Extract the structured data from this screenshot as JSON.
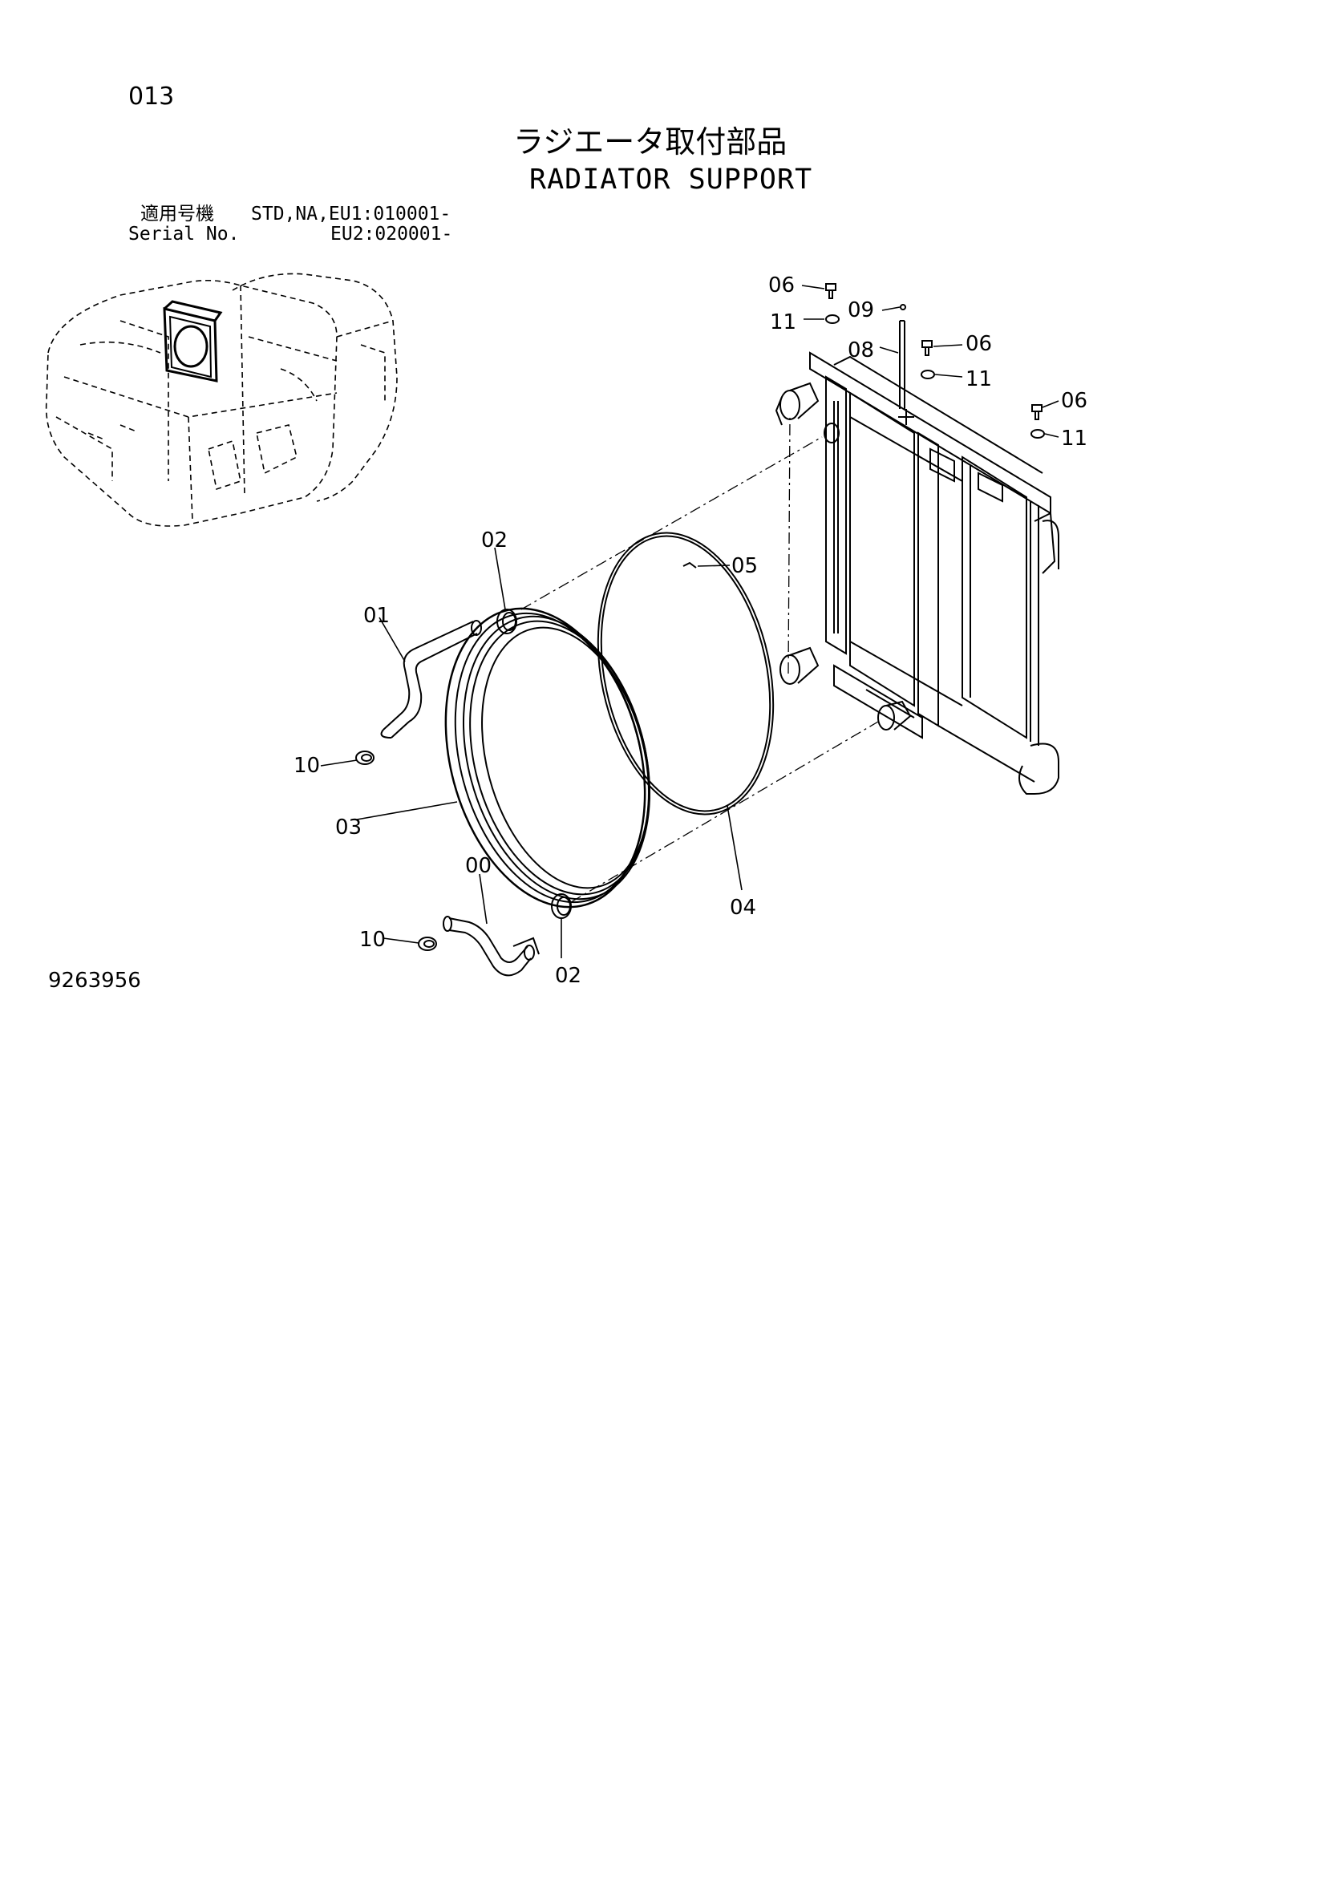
{
  "page_number": "013",
  "title_jp": "ラジエータ取付部品",
  "title_en": "RADIATOR SUPPORT",
  "applicability": {
    "label_jp": "適用号機",
    "label_en": "Serial No.",
    "line1": "STD,NA,EU1:010001-",
    "line2": "EU2:020001-"
  },
  "drawing_number": "9263956",
  "callouts": {
    "c00": "00",
    "c01": "01",
    "c02a": "02",
    "c02b": "02",
    "c03": "03",
    "c04": "04",
    "c05": "05",
    "c06a": "06",
    "c06b": "06",
    "c06c": "06",
    "c08": "08",
    "c09": "09",
    "c10a": "10",
    "c10b": "10",
    "c11a": "11",
    "c11b": "11",
    "c11c": "11"
  }
}
